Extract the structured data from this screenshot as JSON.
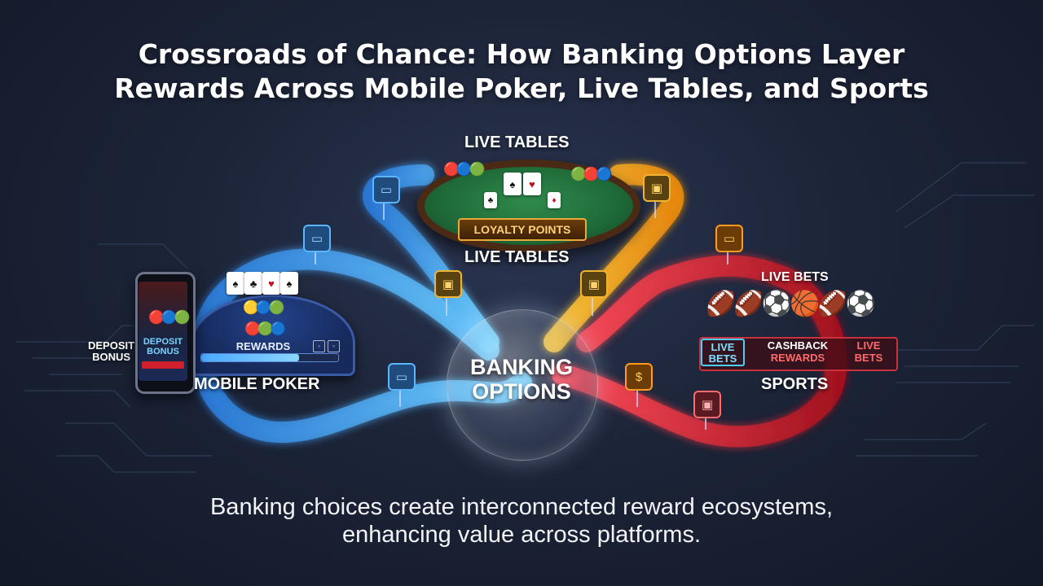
{
  "title": {
    "line1": "Crossroads of Chance: How Banking Options Layer",
    "line2": "Rewards Across Mobile Poker, Live Tables, and Sports"
  },
  "hub": {
    "line1": "BANKING",
    "line2": "OPTIONS"
  },
  "live_tables": {
    "label_top": "LIVE TABLES",
    "label_bottom": "LIVE TABLES",
    "badge": "LOYALTY POINTS"
  },
  "mobile_poker": {
    "label": "MOBILE POKER",
    "deposit_bonus_line1": "DEPOSIT",
    "deposit_bonus_line2": "BONUS",
    "phone_bonus_line1": "DEPOSIT",
    "phone_bonus_line2": "BONUS",
    "rewards": "REWARDS"
  },
  "sports": {
    "label": "SPORTS",
    "live_bets_title": "LIVE BETS",
    "box_left_line1": "LIVE",
    "box_left_line2": "BETS",
    "box_mid_line1": "CASHBACK",
    "box_mid_line2": "REWARDS",
    "box_right_line1": "LIVE",
    "box_right_line2": "BETS"
  },
  "caption": {
    "line1": "Banking choices create interconnected reward ecosystems,",
    "line2": "enhancing value across platforms."
  },
  "icons": {
    "card": "credit-card-icon",
    "wallet": "wallet-icon",
    "dollar": "dollar-coin-icon"
  },
  "colors": {
    "mobile_poker_path": "#3fb4ff",
    "live_tables_path": "#f2a81f",
    "sports_path": "#e02a3a",
    "background": "#1c2438"
  }
}
